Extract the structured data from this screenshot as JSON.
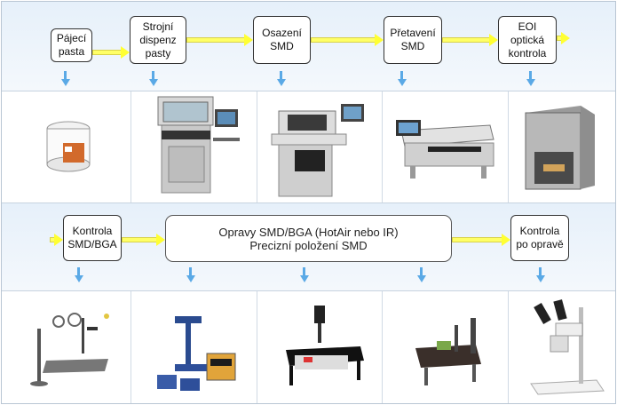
{
  "row1": {
    "steps": [
      "Pájecí\npasta",
      "Strojní\ndispenz\npasty",
      "Osazení\nSMD",
      "Přetavení\nSMD",
      "EOI\noptická\nkontrola"
    ],
    "images": [
      "solder-paste-jar",
      "dispenser-machine",
      "pick-and-place-machine",
      "reflow-oven",
      "aoi-inspection-machine"
    ]
  },
  "row2": {
    "left_box": "Kontrola\nSMD/BGA",
    "center_line1": "Opravy SMD/BGA (HotAir nebo IR)",
    "center_line2": "Precizní položení SMD",
    "right_box": "Kontrola\npo opravě",
    "images": [
      "magnifier-stand-tool",
      "hot-air-rework-station",
      "ir-bga-rework-station",
      "bga-placement-system",
      "stereo-microscope"
    ]
  },
  "colors": {
    "flow_arrow": "#ffff33",
    "down_arrow": "#5aa9e6",
    "band_bg": "#e6f0fa",
    "machine_gray": "#c8c8c8",
    "panel_dark": "#333333"
  }
}
